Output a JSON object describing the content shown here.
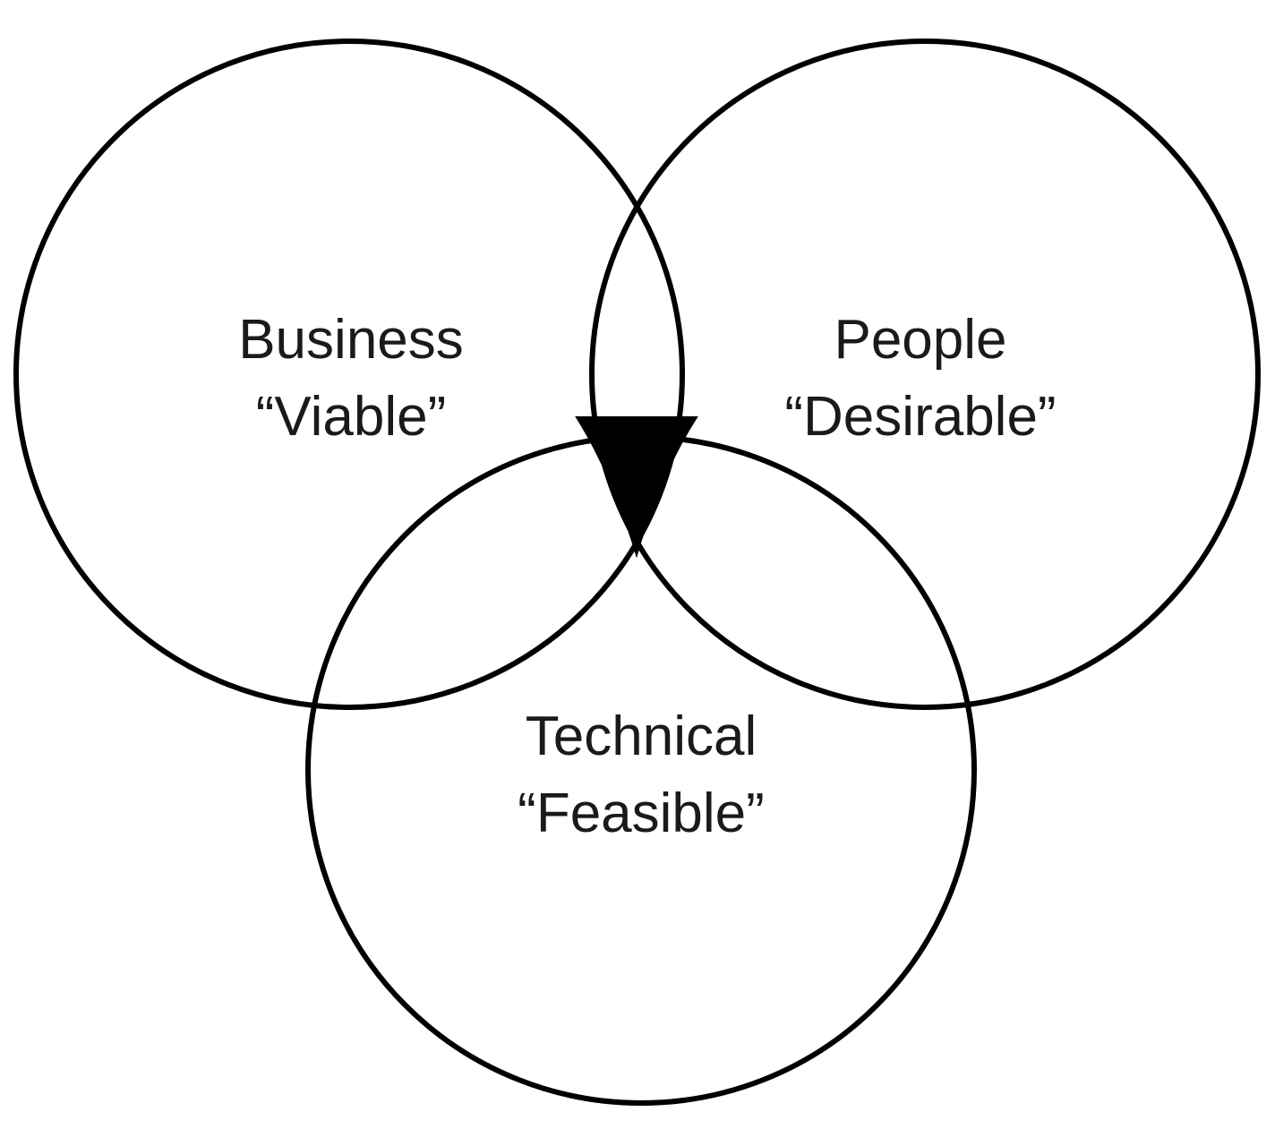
{
  "diagram": {
    "type": "venn",
    "sets": [
      {
        "id": "business",
        "name": "Business",
        "quality": "“Viable”"
      },
      {
        "id": "people",
        "name": "People",
        "quality": "“Desirable”"
      },
      {
        "id": "technical",
        "name": "Technical",
        "quality": "“Feasible”"
      }
    ],
    "center_highlight": "filled-black-triangle",
    "colors": {
      "stroke": "#000000",
      "text": "#1a1a1a",
      "background": "#ffffff",
      "center_fill": "#000000"
    }
  }
}
